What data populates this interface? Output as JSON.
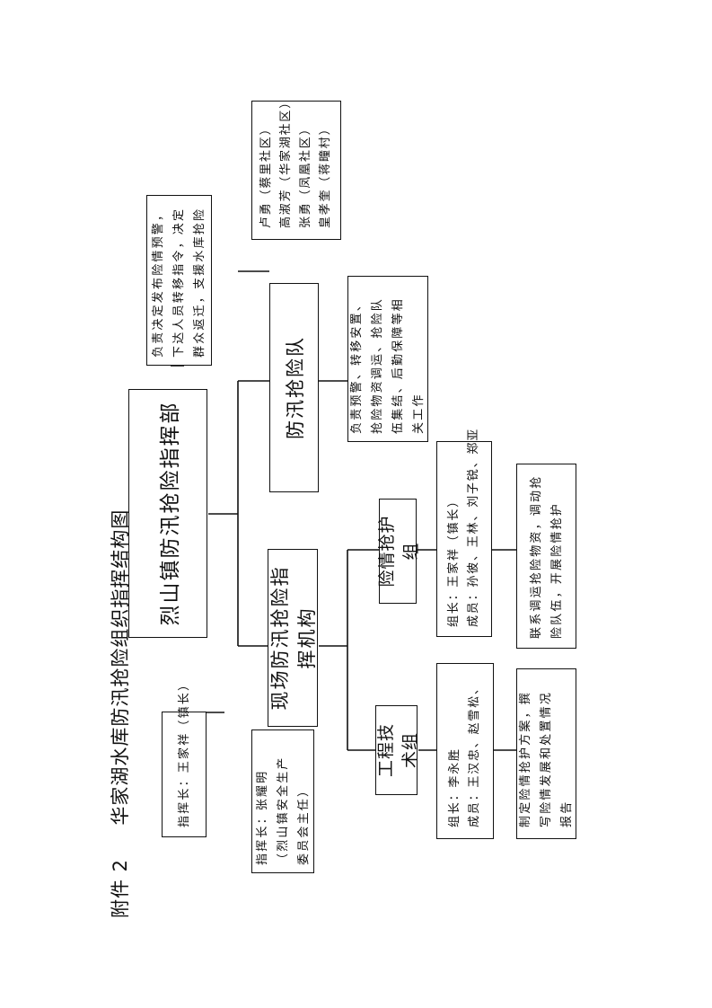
{
  "header": {
    "attachment_label": "附件 2",
    "title": "华家湖水库防汛抢险组织指挥结构图"
  },
  "root": {
    "name": "烈山镇防汛抢险指挥部",
    "commander": "指挥长：王家祥（镇长）",
    "duty": "负责决定发布险情预警，下达人员转移指令，决定群众返迁，支援水库抢险"
  },
  "field_command": {
    "name": "现场防汛抢险指挥机构",
    "commander_lines": [
      "指挥长：张耀明",
      "（烈山镇安全生产",
      "委员会主任）"
    ]
  },
  "flood_team": {
    "name": "防汛抢险队",
    "members": [
      "卢勇（蔡里社区）",
      "高淑芳（华家湖社区）",
      "张勇（凤凰社区）",
      "皇孝奎（蒋疃村）"
    ],
    "duty": "负责预警、转移安置、抢险物资调运、抢险队伍集结、后勤保障等相关工作"
  },
  "engineering_group": {
    "name": "工程技术组",
    "leader": "组长：李永胜",
    "members": "成员：王汉忠、赵雪松、",
    "duty": "制定险情抢护方案，撰写险情发展和处置情况报告"
  },
  "rescue_group": {
    "name": "险情抢护组",
    "leader": "组长：王家祥（镇长）",
    "members": "成员：孙彼、王林、刘子锐、郑亚",
    "duty": "联系调运抢险物资，调动抢险队伍，开展险情抢护"
  }
}
